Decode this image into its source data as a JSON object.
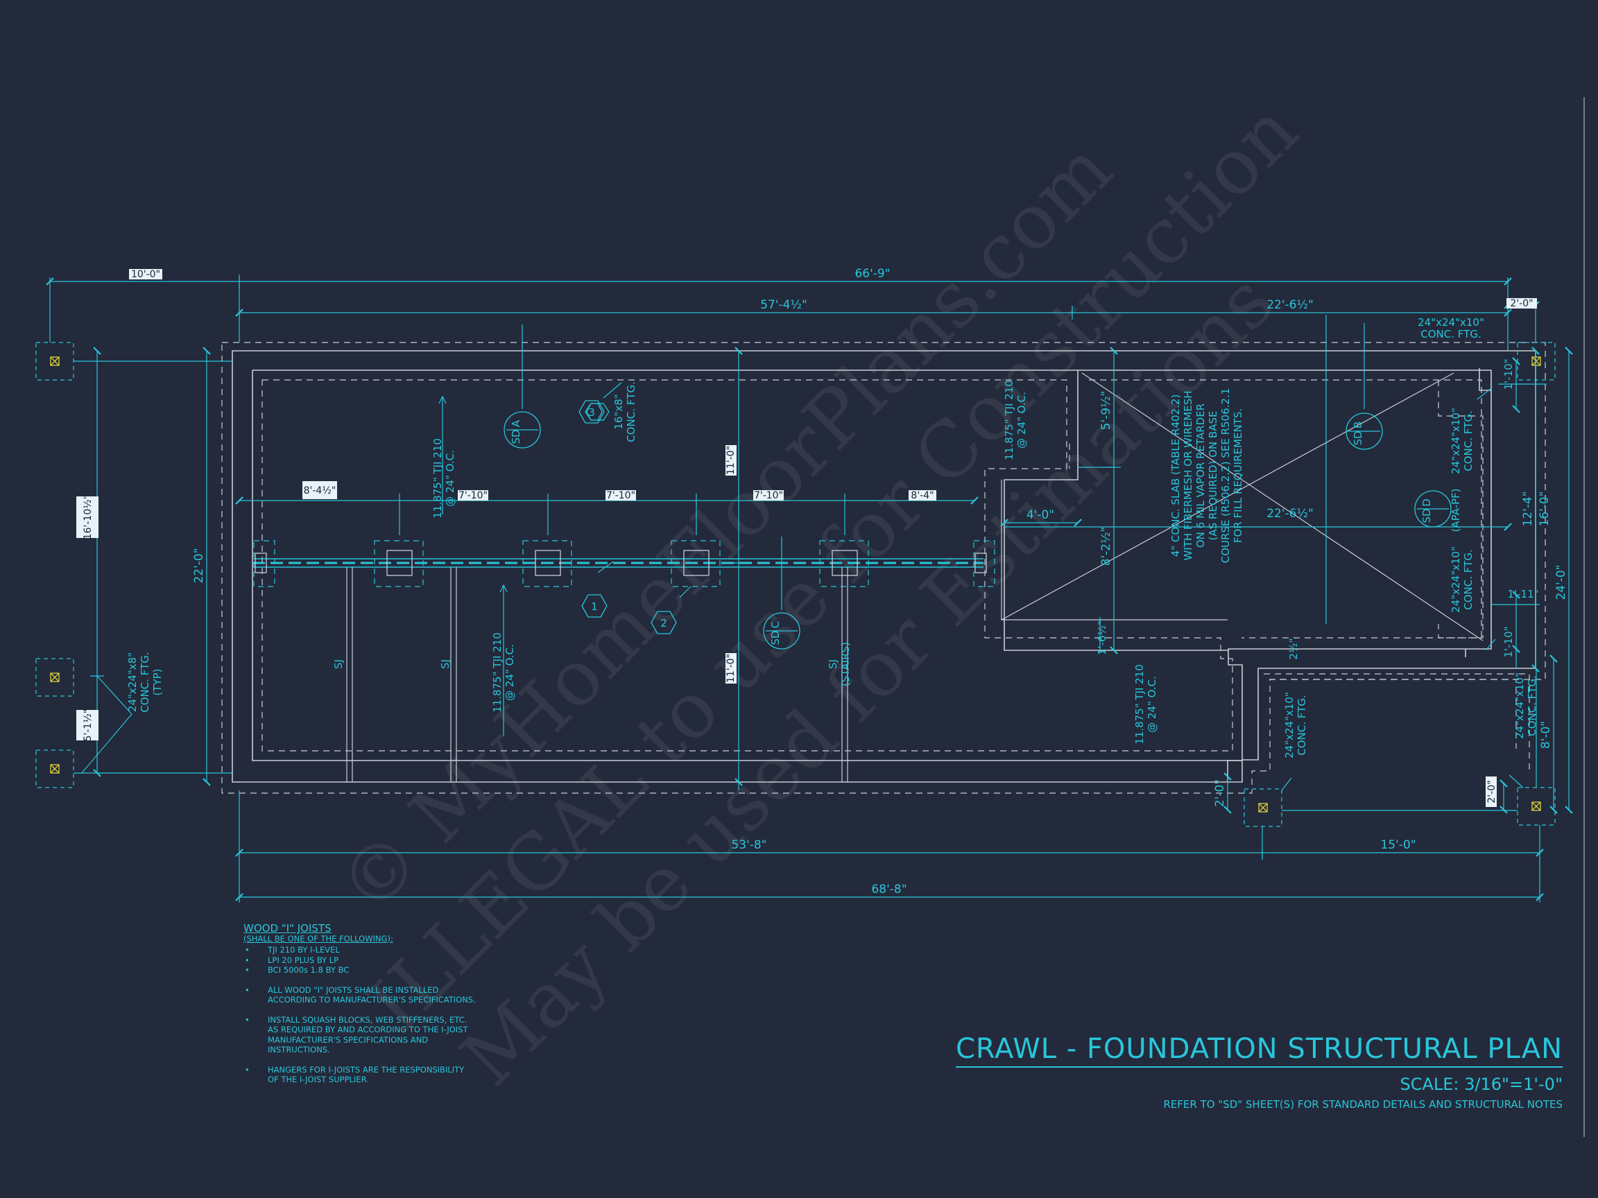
{
  "colors": {
    "background": "#232a3b",
    "line_cyan": "#29c6db",
    "line_white": "#c9ced6",
    "tag_fill": "#e8f2f8",
    "footing_mark": "#e1d23c"
  },
  "dimensions": {
    "overall_top": "66'-9\"",
    "top_left_run": "57'-4½\"",
    "top_right_run": "22'-6½\"",
    "left_offset_tag": "10'-0\"",
    "right_offset_tag": "2'-0\"",
    "left_height": "22'-0\"",
    "left_pier_top": "16'-10½\"",
    "left_pier_bottom": "5'-1½\"",
    "bottom_left_run": "53'-8\"",
    "bottom_right_run": "15'-0\"",
    "overall_bottom": "68'-8\"",
    "span_1": "8'-4½\"",
    "span_2": "7'-10\"",
    "span_3": "7'-10\"",
    "span_4": "7'-10\"",
    "span_5": "8'-4\"",
    "vert_upper": "11'-0\"",
    "vert_lower": "11'-0\"",
    "notch_width": "4'-0\"",
    "notch_top": "5'-9½\"",
    "notch_depth": "8'-2½\"",
    "garage_width": "22'-6½\"",
    "slab_step": "1'-6½\"",
    "small_step": "2½\"",
    "right_short_1": "1'-10\"",
    "right_12_4": "12'-4\"",
    "right_16_0": "16'-0\"",
    "right_24_0": "24'-0\"",
    "right_1_11": "1'-11\"",
    "right_1_10": "1'-10\"",
    "right_8_0": "8'-0\"",
    "bottom_2_0": "2'-0\"",
    "right_2_0": "2'-0\""
  },
  "labels": {
    "joist_left_upper": [
      "11.875\" TJI 210",
      "@ 24\" O.C."
    ],
    "joist_left_lower": [
      "11.875\" TJI 210",
      "@ 24\" O.C."
    ],
    "joist_mid": [
      "11.875\" TJI 210",
      "@ 24\" O.C."
    ],
    "joist_lower_right": [
      "11.875\" TJI 210",
      "@ 24\" O.C."
    ],
    "footing_16x8": [
      "16\"x8\"",
      "CONC. FTG."
    ],
    "footing_24x8": [
      "24\"x24\"x8\"",
      "CONC. FTG.",
      "(TYP)"
    ],
    "footing_24x10_top": [
      "24\"x24\"x10\"",
      "CONC. FTG."
    ],
    "footing_24x10_r1": [
      "24\"x24\"x10\"",
      "CONC. FTG."
    ],
    "footing_24x10_r2": [
      "24\"x24\"x10\"",
      "CONC. FTG."
    ],
    "footing_24x10_b1": [
      "24\"x24\"x10\"",
      "CONC. FTG."
    ],
    "footing_24x10_b2": [
      "24\"x24\"x10\"",
      "CONC. FTG."
    ],
    "apa": "(APA-PF)",
    "sj": "SJ",
    "sj_stairs": [
      "SJ",
      "(STAIRS)"
    ],
    "slab_note": [
      "4\" CONC. SLAB (TABLE R402.2)",
      "WITH FIBERMESH OR WIREMESH",
      "ON 6 MIL VAPOR RETARDER",
      "(AS REQUIRED) ON BASE",
      "COURSE (R506.2.2) SEE R506.2.1",
      "FOR FILL REQUIREMENTS."
    ],
    "sections": [
      {
        "letter": "A",
        "code": "SD"
      },
      {
        "letter": "B",
        "code": "SD"
      },
      {
        "letter": "C",
        "code": "SD"
      },
      {
        "letter": "D",
        "code": "SD"
      }
    ],
    "hex_tags": [
      "1",
      "2",
      "3"
    ]
  },
  "notes": {
    "title": "WOOD \"I\" JOISTS",
    "subtitle": "(SHALL BE ONE OF THE FOLLOWING):",
    "list": [
      "TJI 210 BY I-LEVEL",
      "LPI 20 PLUS BY LP",
      "BCI 5000s 1.8 BY BC"
    ],
    "para1": "ALL WOOD \"I\" JOISTS SHALL BE INSTALLED ACCORDING TO MANUFACTURER'S SPECIFICATIONS.",
    "para2": "INSTALL SQUASH BLOCKS, WEB STIFFENERS, ETC. AS REQUIRED BY AND ACCORDING TO THE I-JOIST MANUFACTURER'S SPECIFICATIONS AND INSTRUCTIONS.",
    "para3": "HANGERS FOR I-JOISTS ARE THE RESPONSIBILITY OF THE I-JOIST SUPPLIER."
  },
  "title_block": {
    "title": "CRAWL - FOUNDATION STRUCTURAL PLAN",
    "scale": "SCALE: 3/16\"=1'-0\"",
    "ref": "REFER TO \"SD\" SHEET(S) FOR STANDARD DETAILS AND STRUCTURAL NOTES"
  },
  "watermark": [
    "© MyHomeFloorPlans.com",
    "ILLEGAL to use for Construction",
    "May be used for Estimations"
  ]
}
